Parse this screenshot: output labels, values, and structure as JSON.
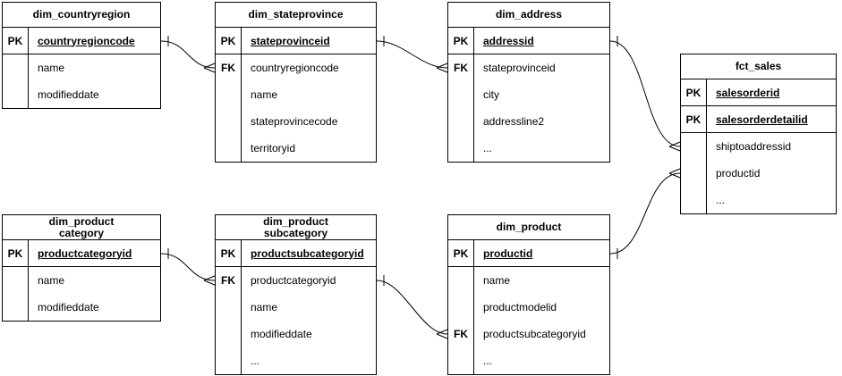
{
  "diagram": {
    "type": "entity-relationship",
    "colors": {
      "background": "#ffffff",
      "line": "#000000",
      "text": "#000000"
    },
    "tables": [
      {
        "title": "dim_countryregion",
        "rows": [
          {
            "key": "PK",
            "field": "countryregioncode",
            "is_pk": true
          },
          {
            "key": "",
            "field": "name"
          },
          {
            "key": "",
            "field": "modifieddate"
          }
        ]
      },
      {
        "title": "dim_stateprovince",
        "rows": [
          {
            "key": "PK",
            "field": "stateprovinceid",
            "is_pk": true
          },
          {
            "key": "FK",
            "field": "countryregioncode"
          },
          {
            "key": "",
            "field": "name"
          },
          {
            "key": "",
            "field": "stateprovincecode"
          },
          {
            "key": "",
            "field": "territoryid"
          }
        ]
      },
      {
        "title": "dim_address",
        "rows": [
          {
            "key": "PK",
            "field": "addressid",
            "is_pk": true
          },
          {
            "key": "FK",
            "field": "stateprovinceid"
          },
          {
            "key": "",
            "field": "city"
          },
          {
            "key": "",
            "field": "addressline2"
          },
          {
            "key": "",
            "field": "..."
          }
        ]
      },
      {
        "title": "fct_sales",
        "rows": [
          {
            "key": "PK",
            "field": "salesorderid",
            "is_pk": true
          },
          {
            "key": "PK",
            "field": "salesorderdetailid",
            "is_pk": true
          },
          {
            "key": "",
            "field": "shiptoaddressid"
          },
          {
            "key": "",
            "field": "productid"
          },
          {
            "key": "",
            "field": "..."
          }
        ]
      },
      {
        "title": "dim_product\ncategory",
        "rows": [
          {
            "key": "PK",
            "field": "productcategoryid",
            "is_pk": true
          },
          {
            "key": "",
            "field": "name"
          },
          {
            "key": "",
            "field": "modifieddate"
          }
        ]
      },
      {
        "title": "dim_product\nsubcategory",
        "rows": [
          {
            "key": "PK",
            "field": "productsubcategoryid",
            "is_pk": true
          },
          {
            "key": "FK",
            "field": "productcategoryid"
          },
          {
            "key": "",
            "field": "name"
          },
          {
            "key": "",
            "field": "modifieddate"
          },
          {
            "key": "",
            "field": "..."
          }
        ]
      },
      {
        "title": "dim_product",
        "rows": [
          {
            "key": "PK",
            "field": "productid",
            "is_pk": true
          },
          {
            "key": "",
            "field": "name"
          },
          {
            "key": "",
            "field": "productmodelid"
          },
          {
            "key": "FK",
            "field": "productsubcategoryid"
          },
          {
            "key": "",
            "field": "..."
          }
        ]
      }
    ],
    "relationships": [
      {
        "from": "dim_countryregion.countryregioncode",
        "to": "dim_stateprovince.countryregioncode",
        "cardinality": "one-to-many"
      },
      {
        "from": "dim_stateprovince.stateprovinceid",
        "to": "dim_address.stateprovinceid",
        "cardinality": "one-to-many"
      },
      {
        "from": "dim_address.addressid",
        "to": "fct_sales.shiptoaddressid",
        "cardinality": "one-to-many"
      },
      {
        "from": "dim_product.productid",
        "to": "fct_sales.productid",
        "cardinality": "one-to-many"
      },
      {
        "from": "dim_productcategory.productcategoryid",
        "to": "dim_productsubcategory.productcategoryid",
        "cardinality": "one-to-many"
      },
      {
        "from": "dim_productsubcategory.productsubcategoryid",
        "to": "dim_product.productsubcategoryid",
        "cardinality": "one-to-many"
      }
    ]
  }
}
